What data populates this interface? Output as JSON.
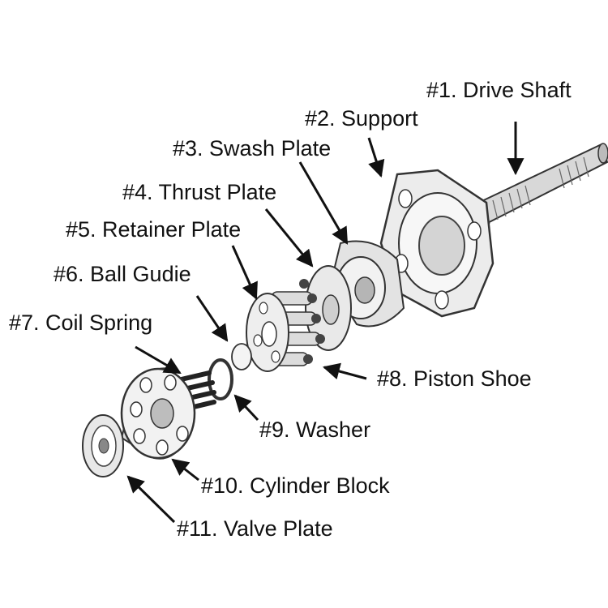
{
  "colors": {
    "ink": "#111111",
    "line": "#333333",
    "part_light": "#f2f2f2",
    "part_mid": "#d9d9d9",
    "part_dark": "#a8a8a8",
    "background": "#ffffff"
  },
  "parts": [
    {
      "label": "#1. Drive Shaft"
    },
    {
      "label": "#2. Support"
    },
    {
      "label": "#3. Swash Plate"
    },
    {
      "label": "#4. Thrust Plate"
    },
    {
      "label": "#5. Retainer Plate"
    },
    {
      "label": "#6. Ball Gudie"
    },
    {
      "label": "#7. Coil Spring"
    },
    {
      "label": "#8. Piston Shoe"
    },
    {
      "label": "#9. Washer"
    },
    {
      "label": "#10. Cylinder Block"
    },
    {
      "label": "#11. Valve Plate"
    }
  ]
}
